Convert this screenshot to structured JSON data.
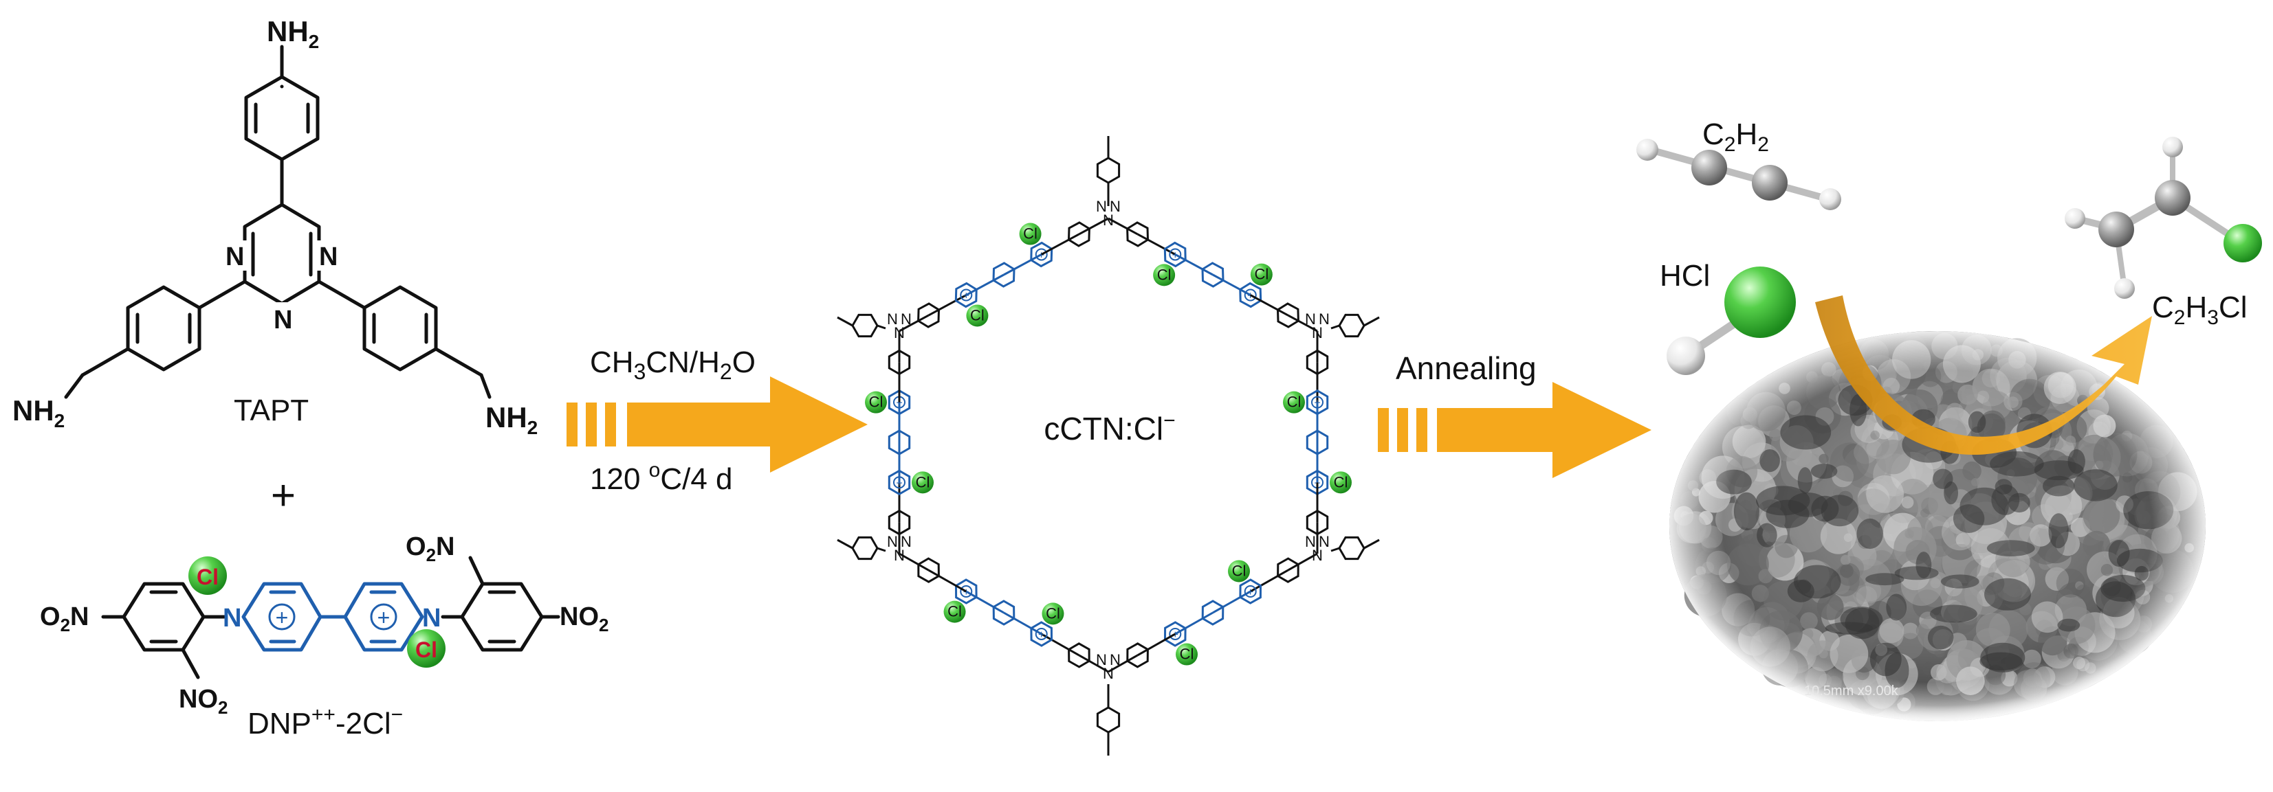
{
  "monomers": {
    "tapt": {
      "label": "TAPT",
      "amine": "NH",
      "amine_sub": "2",
      "ring_n": "N"
    },
    "plus": "+",
    "dnp": {
      "label_main": "DNP",
      "label_sup": "++",
      "label_tail": "-2Cl",
      "label_tail_sup": "−",
      "nitro_o": "O",
      "nitro_o_sub": "2",
      "nitro_n": "N",
      "n_atom": "N",
      "charge": "+",
      "cl": "Cl"
    }
  },
  "step1": {
    "solvent_main": "CH",
    "solvent_sub1": "3",
    "solvent_mid": "CN/H",
    "solvent_sub2": "2",
    "solvent_end": "O",
    "cond_num": "120 ",
    "cond_sup": "o",
    "cond_tail": "C/4 d"
  },
  "framework": {
    "label_main": "cCTN:Cl",
    "label_sup": "−",
    "cl": "Cl",
    "n": "N",
    "plus": "+"
  },
  "step2": {
    "label": "Annealing"
  },
  "reaction": {
    "acetylene_main": "C",
    "acetylene_sub1": "2",
    "acetylene_mid": "H",
    "acetylene_sub2": "2",
    "hcl": "HCl",
    "product_c": "C",
    "product_sub1": "2",
    "product_h": "H",
    "product_sub2": "3",
    "product_cl": "Cl",
    "sem_caption": "10.5mm x9.00k"
  },
  "colors": {
    "arrow_orange": "#f5a81c",
    "pyridinium_blue": "#1f5fae",
    "chloride_green": "#3cb93c",
    "chloride_text_red": "#c8102e",
    "carbon_grey": "#9a9a9a",
    "hydrogen_white": "#f2f2f2"
  }
}
